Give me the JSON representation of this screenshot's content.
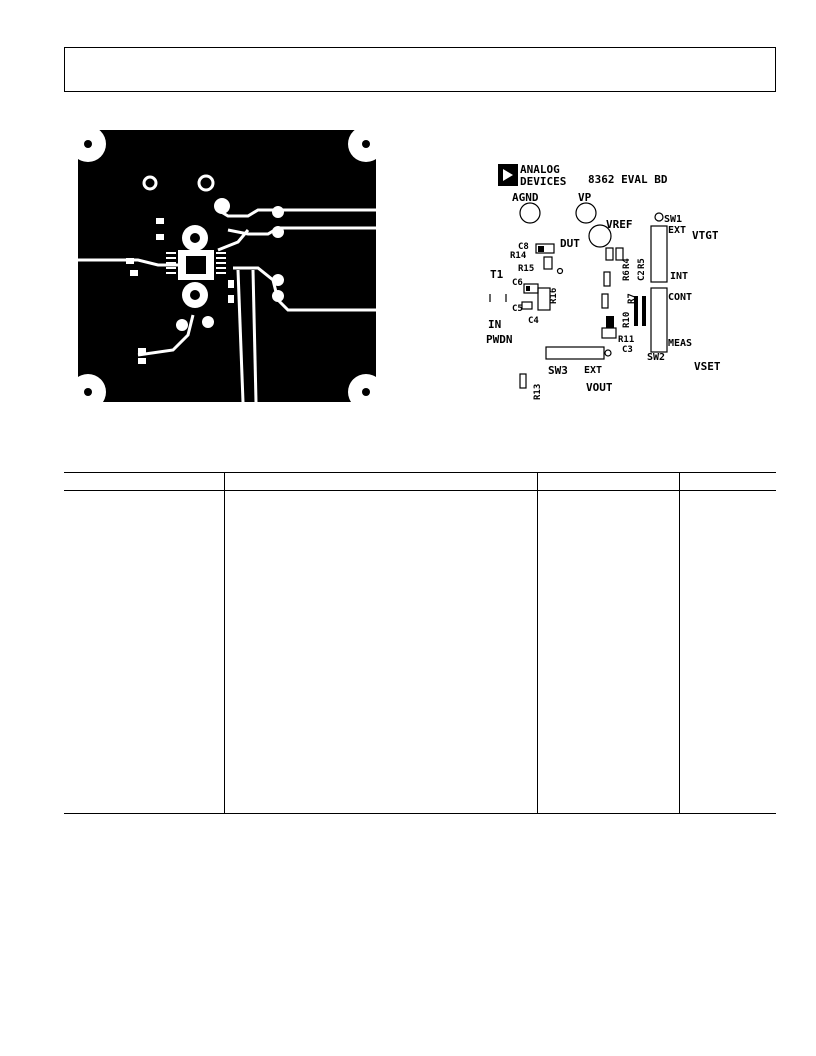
{
  "silkscreen": {
    "brand_line1": "ANALOG",
    "brand_line2": "DEVICES",
    "board_name": "8362 EVAL BD",
    "agnd": "AGND",
    "vp": "VP",
    "vref": "VREF",
    "dut": "DUT",
    "sw1": "SW1",
    "ext1": "EXT",
    "vtgt": "VTGT",
    "int": "INT",
    "cont": "CONT",
    "meas": "MEAS",
    "sw2": "SW2",
    "vset": "VSET",
    "sw3": "SW3",
    "ext2": "EXT",
    "vout": "VOUT",
    "in": "IN",
    "pwdn": "PWDN",
    "t1": "T1",
    "c8": "C8",
    "r14": "R14",
    "r15": "R15",
    "c6": "C6",
    "r16": "R16",
    "c5": "C5",
    "c4": "C4",
    "r4": "R4",
    "r5": "R5",
    "r6": "R6",
    "c2": "C2",
    "r7": "R7",
    "r10": "R10",
    "r11": "R11",
    "c3": "C3",
    "r13": "R13"
  },
  "colors": {
    "copper": "#000000",
    "board": "#ffffff"
  }
}
